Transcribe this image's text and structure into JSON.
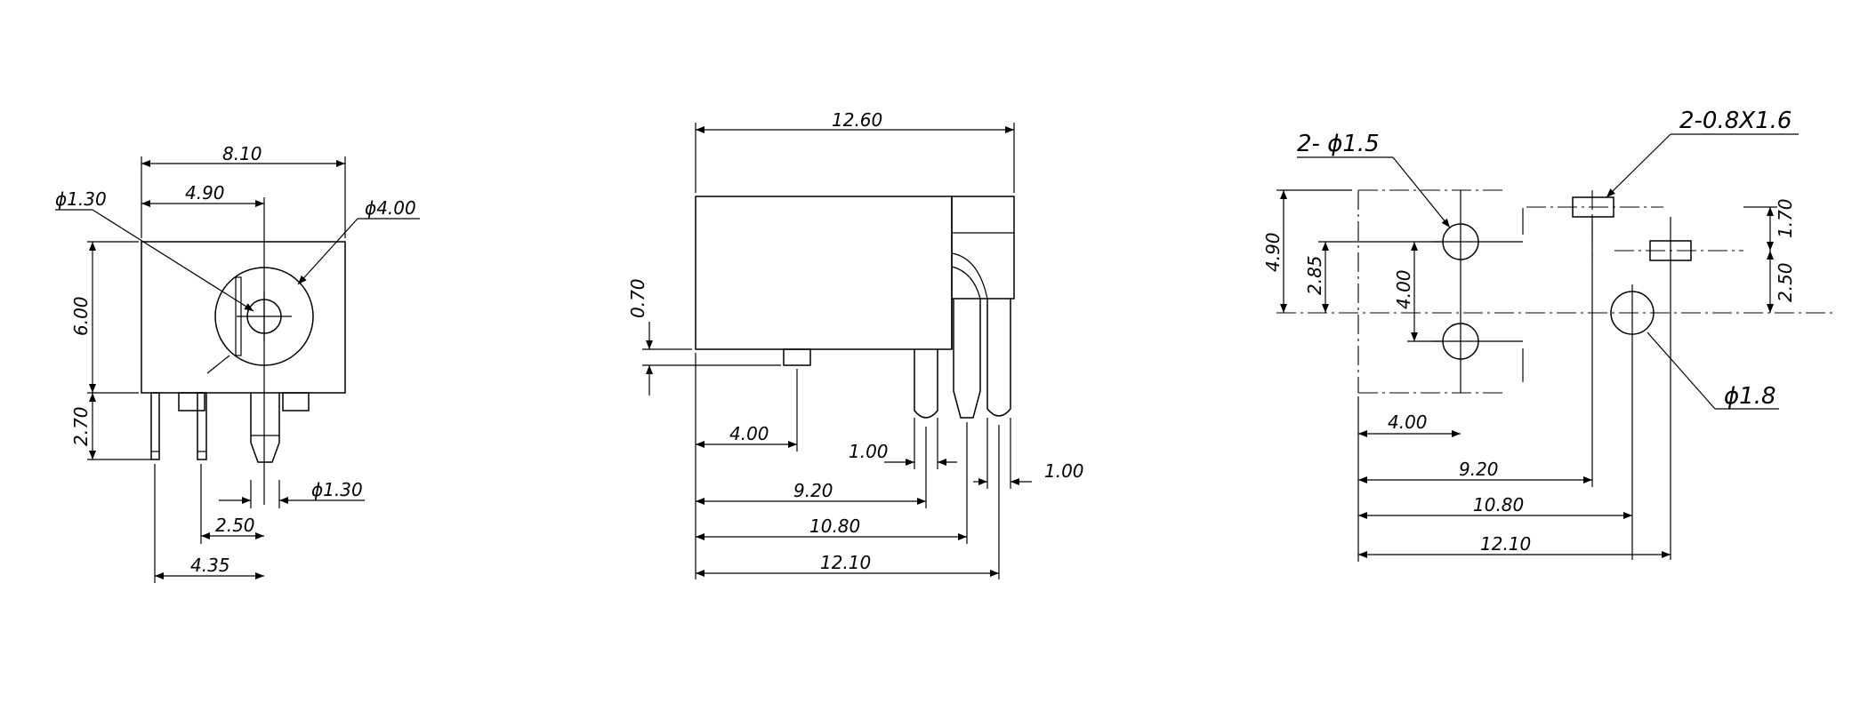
{
  "colors": {
    "line": "#000000",
    "background": "#ffffff"
  },
  "front": {
    "d_width": "8.10",
    "d_center": "4.90",
    "d_pin": "ϕ1.30",
    "d_hole": "ϕ4.00",
    "d_height": "6.00",
    "d_pin_len": "2.70",
    "d_pin2": "ϕ1.30",
    "d_pitch": "2.50",
    "d_offset": "4.35"
  },
  "side": {
    "d_len": "12.60",
    "d_gap": "0.70",
    "d_a": "4.00",
    "d_pin_w": "1.00",
    "d_b": "9.20",
    "d_pin_w2": "1.00",
    "d_c": "10.80",
    "d_d": "12.10"
  },
  "pcb": {
    "d_holes": "2- ϕ1.5",
    "d_slots": "2-0.8X1.6",
    "d_h": "4.90",
    "d_h2": "2.85",
    "d_h3": "4.00",
    "d_s1": "1.70",
    "d_s2": "2.50",
    "d_big": "ϕ1.8",
    "d_a": "4.00",
    "d_b": "9.20",
    "d_c": "10.80",
    "d_d": "12.10"
  }
}
